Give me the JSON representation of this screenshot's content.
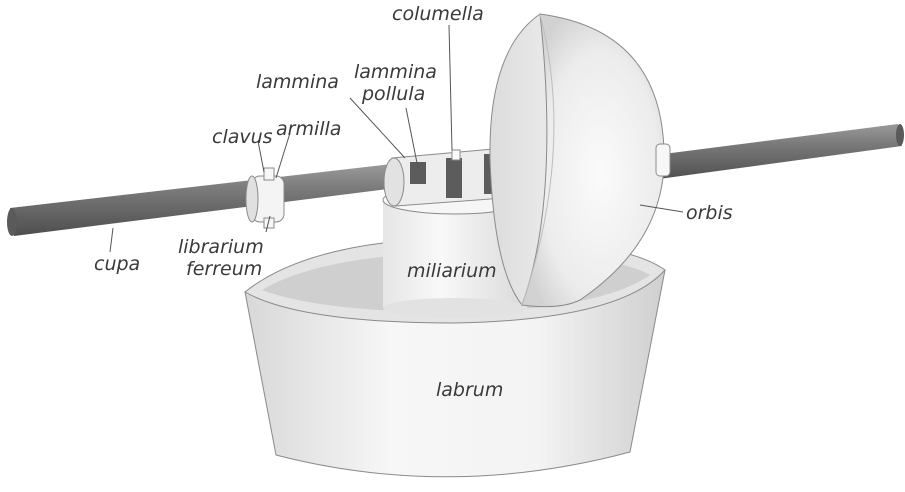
{
  "diagram": {
    "labels": {
      "columella": "columella",
      "lammina": "lammina",
      "lammina_pollula_line1": "lammina",
      "lammina_pollula_line2": "pollula",
      "clavus": "clavus",
      "armilla": "armilla",
      "librarium_ferreum_line1": "librarium",
      "librarium_ferreum_line2": "ferreum",
      "cupa": "cupa",
      "miliarium": "miliarium",
      "orbis": "orbis",
      "labrum": "labrum"
    },
    "colors": {
      "rod": "#6e6e6e",
      "surface": "#f2f2f2",
      "shadow": "#c9c9c9",
      "label": "#3a3a3a"
    }
  }
}
